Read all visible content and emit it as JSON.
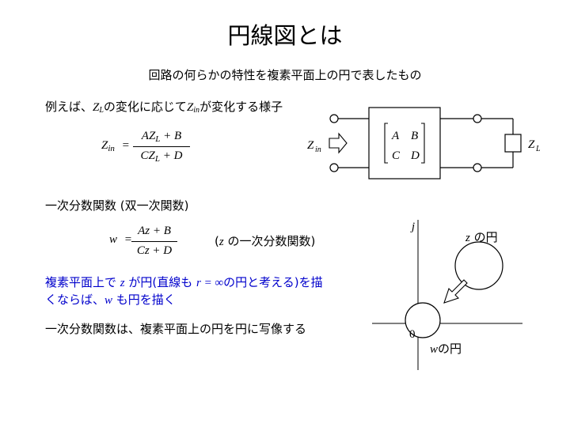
{
  "title": "円線図とは",
  "subtitle": "回路の何らかの特性を複素平面上の円で表したもの",
  "example": {
    "prefix": "例えば、",
    "z_sym": "Z",
    "l_sub": "L",
    "mid": "の変化に応じて",
    "in_sub": "in",
    "suffix": "が変化する様子"
  },
  "equation1": {
    "lhs": "Z",
    "lhs_sub": "in",
    "eq": "=",
    "num_a": "AZ",
    "num_sub": "L",
    "num_rest": " + B",
    "den_c": "CZ",
    "den_sub": "L",
    "den_rest": " + D"
  },
  "circuit": {
    "zin_label": "Z",
    "zin_sub": "in",
    "zl_label": "Z",
    "zl_sub": "L",
    "matrix": [
      "A",
      "B",
      "C",
      "D"
    ]
  },
  "section_heading": "一次分数関数 (双一次関数)",
  "equation2": {
    "lhs": "w",
    "eq": "=",
    "num": "Az + B",
    "den": "Cz + D"
  },
  "equation2_note": {
    "open": "(",
    "var": "z",
    "text": " の一次分数関数)"
  },
  "blue_text": {
    "line1_a": "複素平面上で ",
    "line1_z": "z",
    "line1_b": " が円(直線も ",
    "line1_r": "r = ∞",
    "line1_c": "の円と考える)を描",
    "line2_a": "くならば、",
    "line2_w": "w",
    "line2_b": " も円を描く"
  },
  "conclusion": "一次分数関数は、複素平面上の円を円に写像する",
  "plane": {
    "j_label": "j",
    "origin_label": "0",
    "z_circle_var": "z",
    "z_circle_text": " の円",
    "w_circle_var": "w",
    "w_circle_text": "の円"
  }
}
